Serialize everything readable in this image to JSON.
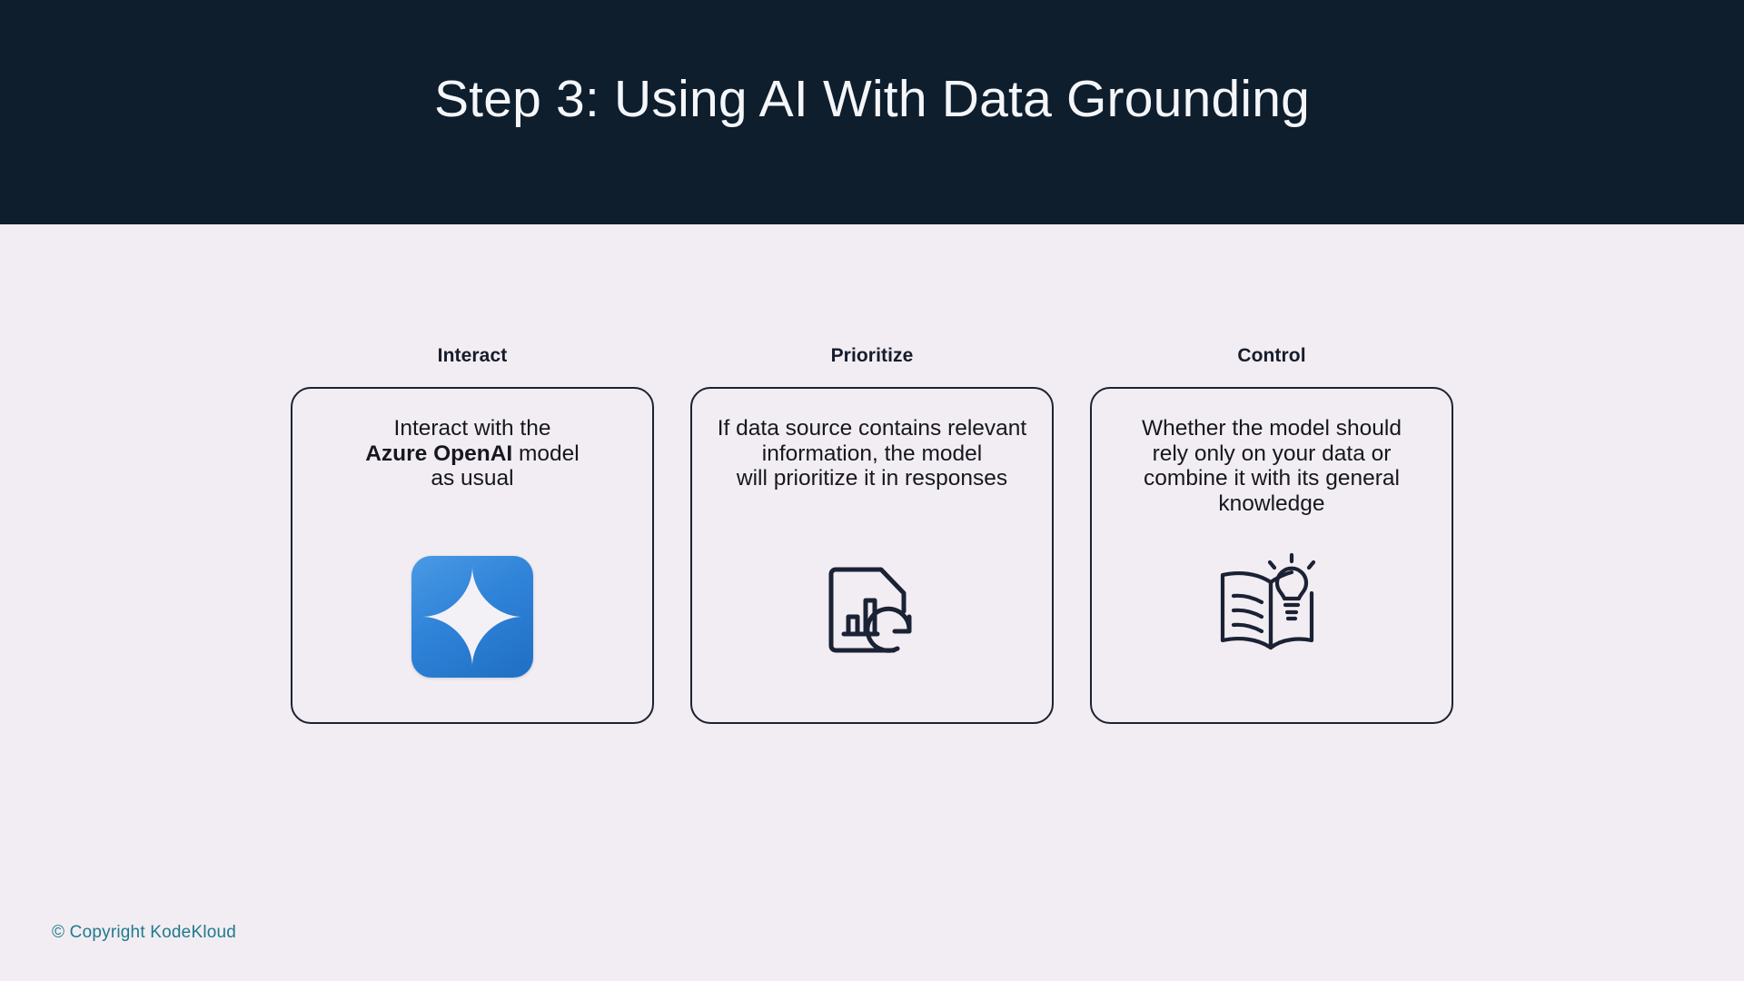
{
  "slide": {
    "title": "Step 3: Using AI With Data Grounding",
    "background_color": "#f2edf2",
    "header_color": "#0e1e2d"
  },
  "cards": [
    {
      "heading": "Interact",
      "text_line1": "Interact with the",
      "text_bold": "Azure OpenAI",
      "text_after_bold": " model",
      "text_line3": "as usual",
      "icon": "azure-openai-sparkle-icon",
      "icon_color": "#2f83d8"
    },
    {
      "heading": "Prioritize",
      "text_line1": "If data source contains relevant",
      "text_line2": "information, the model",
      "text_line3": "will prioritize it in responses",
      "icon": "document-chart-refresh-icon",
      "icon_color": "#1b2235"
    },
    {
      "heading": "Control",
      "text_line1": "Whether the model should",
      "text_line2": "rely only on your data or",
      "text_line3": "combine it with its general",
      "text_line4": "knowledge",
      "icon": "open-book-lightbulb-icon",
      "icon_color": "#1b2235"
    }
  ],
  "footer": {
    "copyright": "© Copyright KodeKloud",
    "color": "#1f7a8c"
  }
}
